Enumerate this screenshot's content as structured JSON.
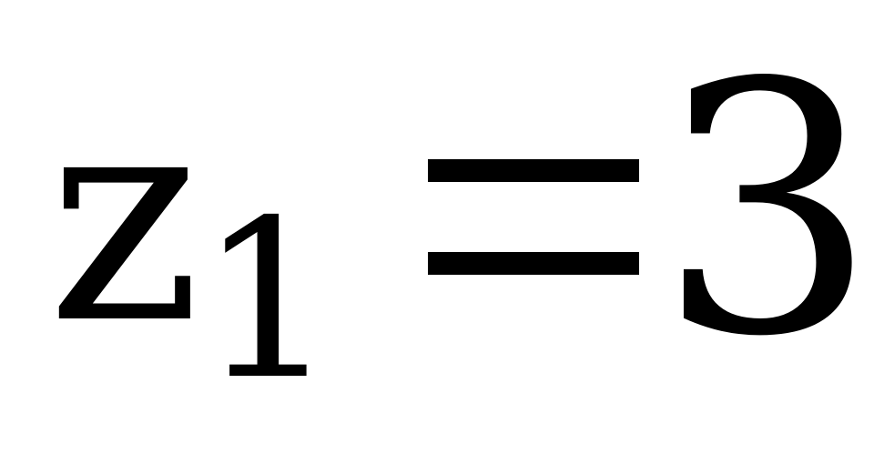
{
  "formula": {
    "variable": "z",
    "subscript": "1",
    "operator": "=",
    "value": "3"
  }
}
